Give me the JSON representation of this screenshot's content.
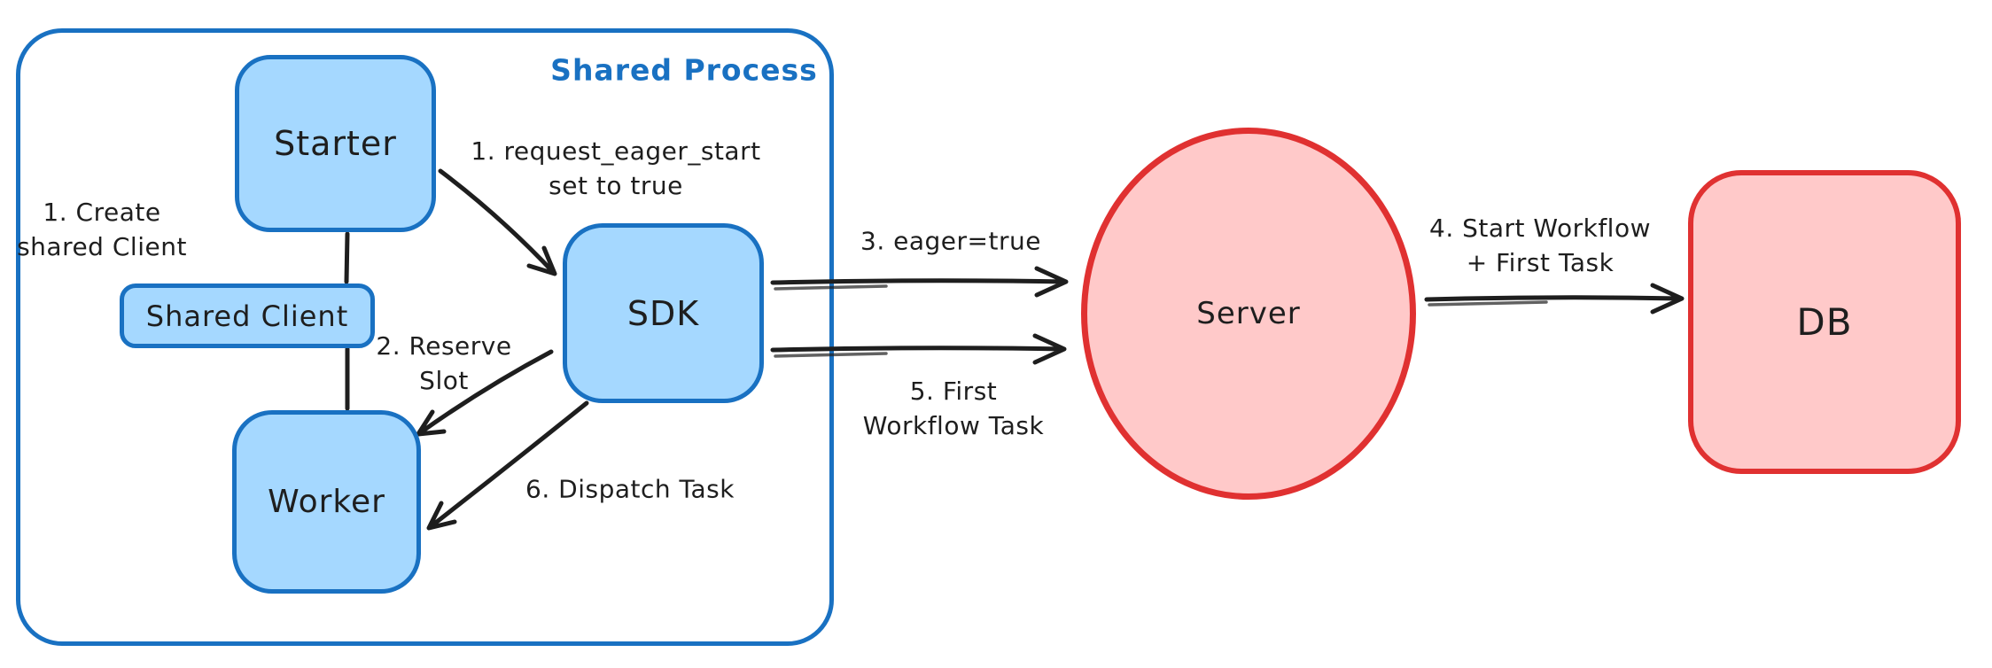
{
  "colors": {
    "blue_stroke": "#1971c2",
    "blue_fill": "#a5d8ff",
    "red_stroke": "#e03131",
    "red_fill": "#ffc9c9",
    "ink": "#1e1e1e",
    "canvas_bg": "#ffffff"
  },
  "container": {
    "label": "Shared Process"
  },
  "nodes": {
    "starter": {
      "label": "Starter"
    },
    "shared_client": {
      "label": "Shared Client"
    },
    "worker": {
      "label": "Worker"
    },
    "sdk": {
      "label": "SDK"
    },
    "server": {
      "label": "Server"
    },
    "db": {
      "label": "DB"
    }
  },
  "annotations": {
    "create_shared_client": {
      "line1": "1. Create",
      "line2": "shared Client"
    },
    "request_eager_start": {
      "line1": "1. request_eager_start",
      "line2": "set to true"
    },
    "reserve_slot": {
      "line1": "2. Reserve",
      "line2": "Slot"
    },
    "eager_true": {
      "line1": "3. eager=true"
    },
    "start_workflow_first_task": {
      "line1": "4. Start Workflow",
      "line2": "+ First Task"
    },
    "first_workflow_task": {
      "line1": "5. First",
      "line2": "Workflow Task"
    },
    "dispatch_task": {
      "line1": "6. Dispatch Task"
    }
  }
}
